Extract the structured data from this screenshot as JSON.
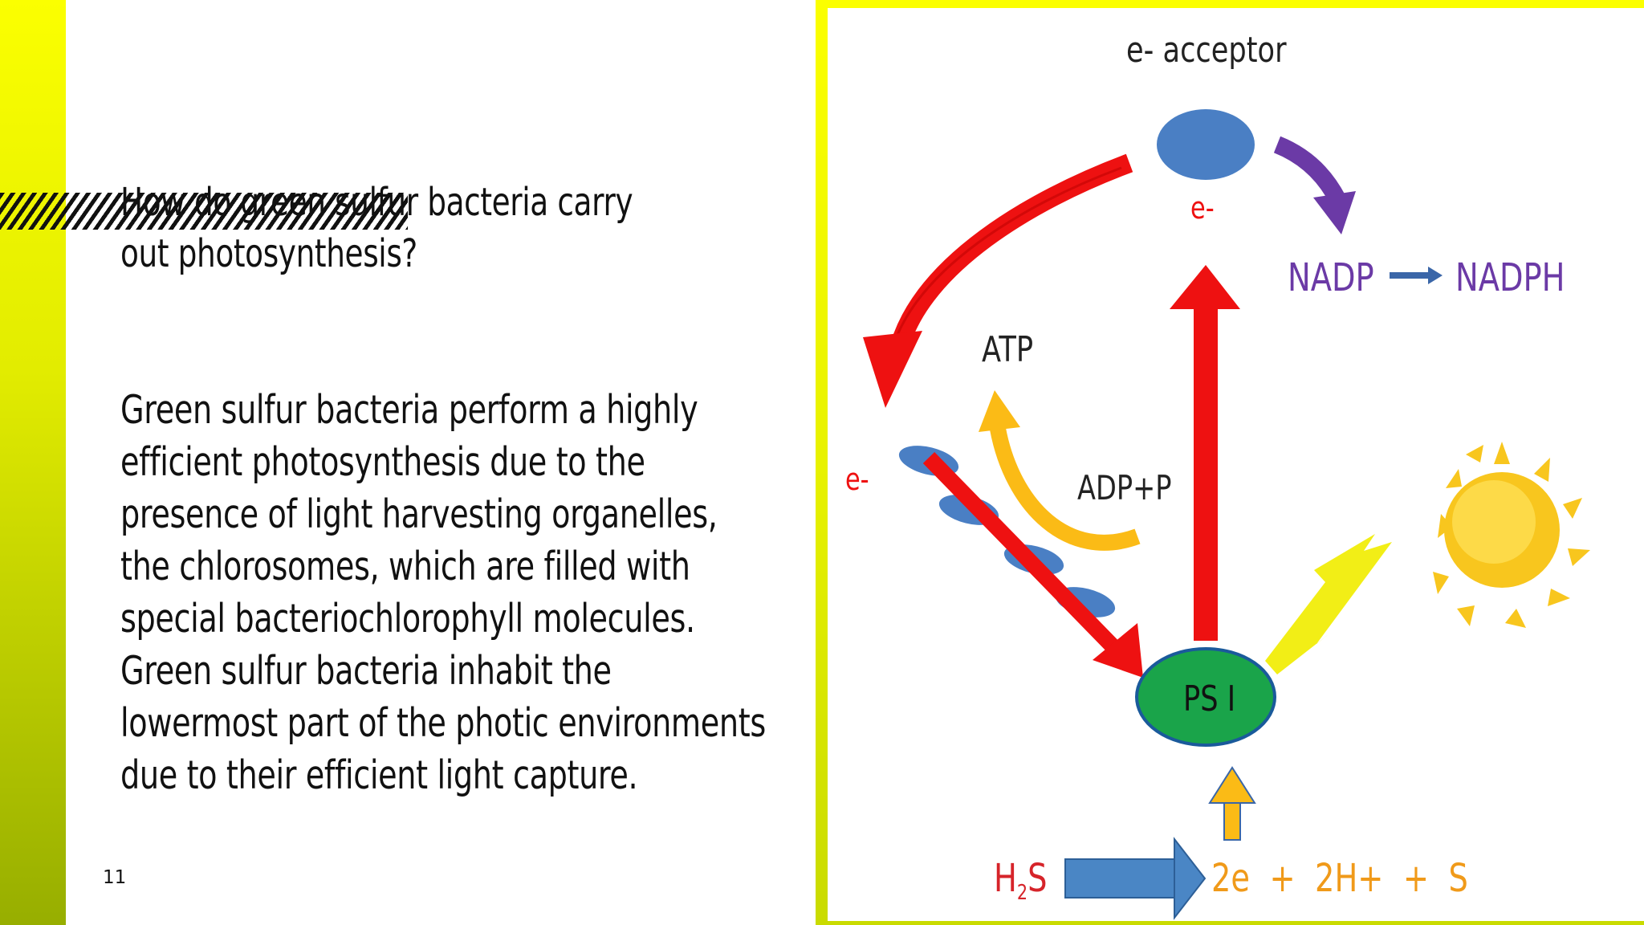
{
  "slide": {
    "title": "How do green sulfur bacteria carry out photosynthesis?",
    "body": "Green sulfur bacteria perform a highly efficient photosynthesis due to the presence of light harvesting organelles, the chlorosomes, which are filled with special bacteriochlorophyll molecules. Green sulfur bacteria inhabit the lowermost part of the photic environments due to their efficient light capture.",
    "page_number": "11"
  },
  "colors": {
    "accent_yellow": "#fbff00",
    "accent_olive": "#97ae00",
    "arrow_red": "#ee1111",
    "arrow_orange": "#fbbb16",
    "arrow_blue": "#4a86c5",
    "arrow_purple": "#6b3aa6",
    "psi_green": "#1aa44a",
    "chlorosome_blue": "#4a7fc4"
  },
  "diagram": {
    "acceptor_label": "e- acceptor",
    "electron_top": "e-",
    "nadp": "NADP",
    "nadph": "NADPH",
    "atp": "ATP",
    "electron_left": "e-",
    "adp": "ADP+P",
    "psi": "PS I",
    "h2s_h": "H",
    "h2s_sub": "2",
    "h2s_s": "S",
    "products": "2e  +  2H+  +  S",
    "sun_icon": "sun-icon",
    "lightning_icon": "lightning-icon"
  }
}
